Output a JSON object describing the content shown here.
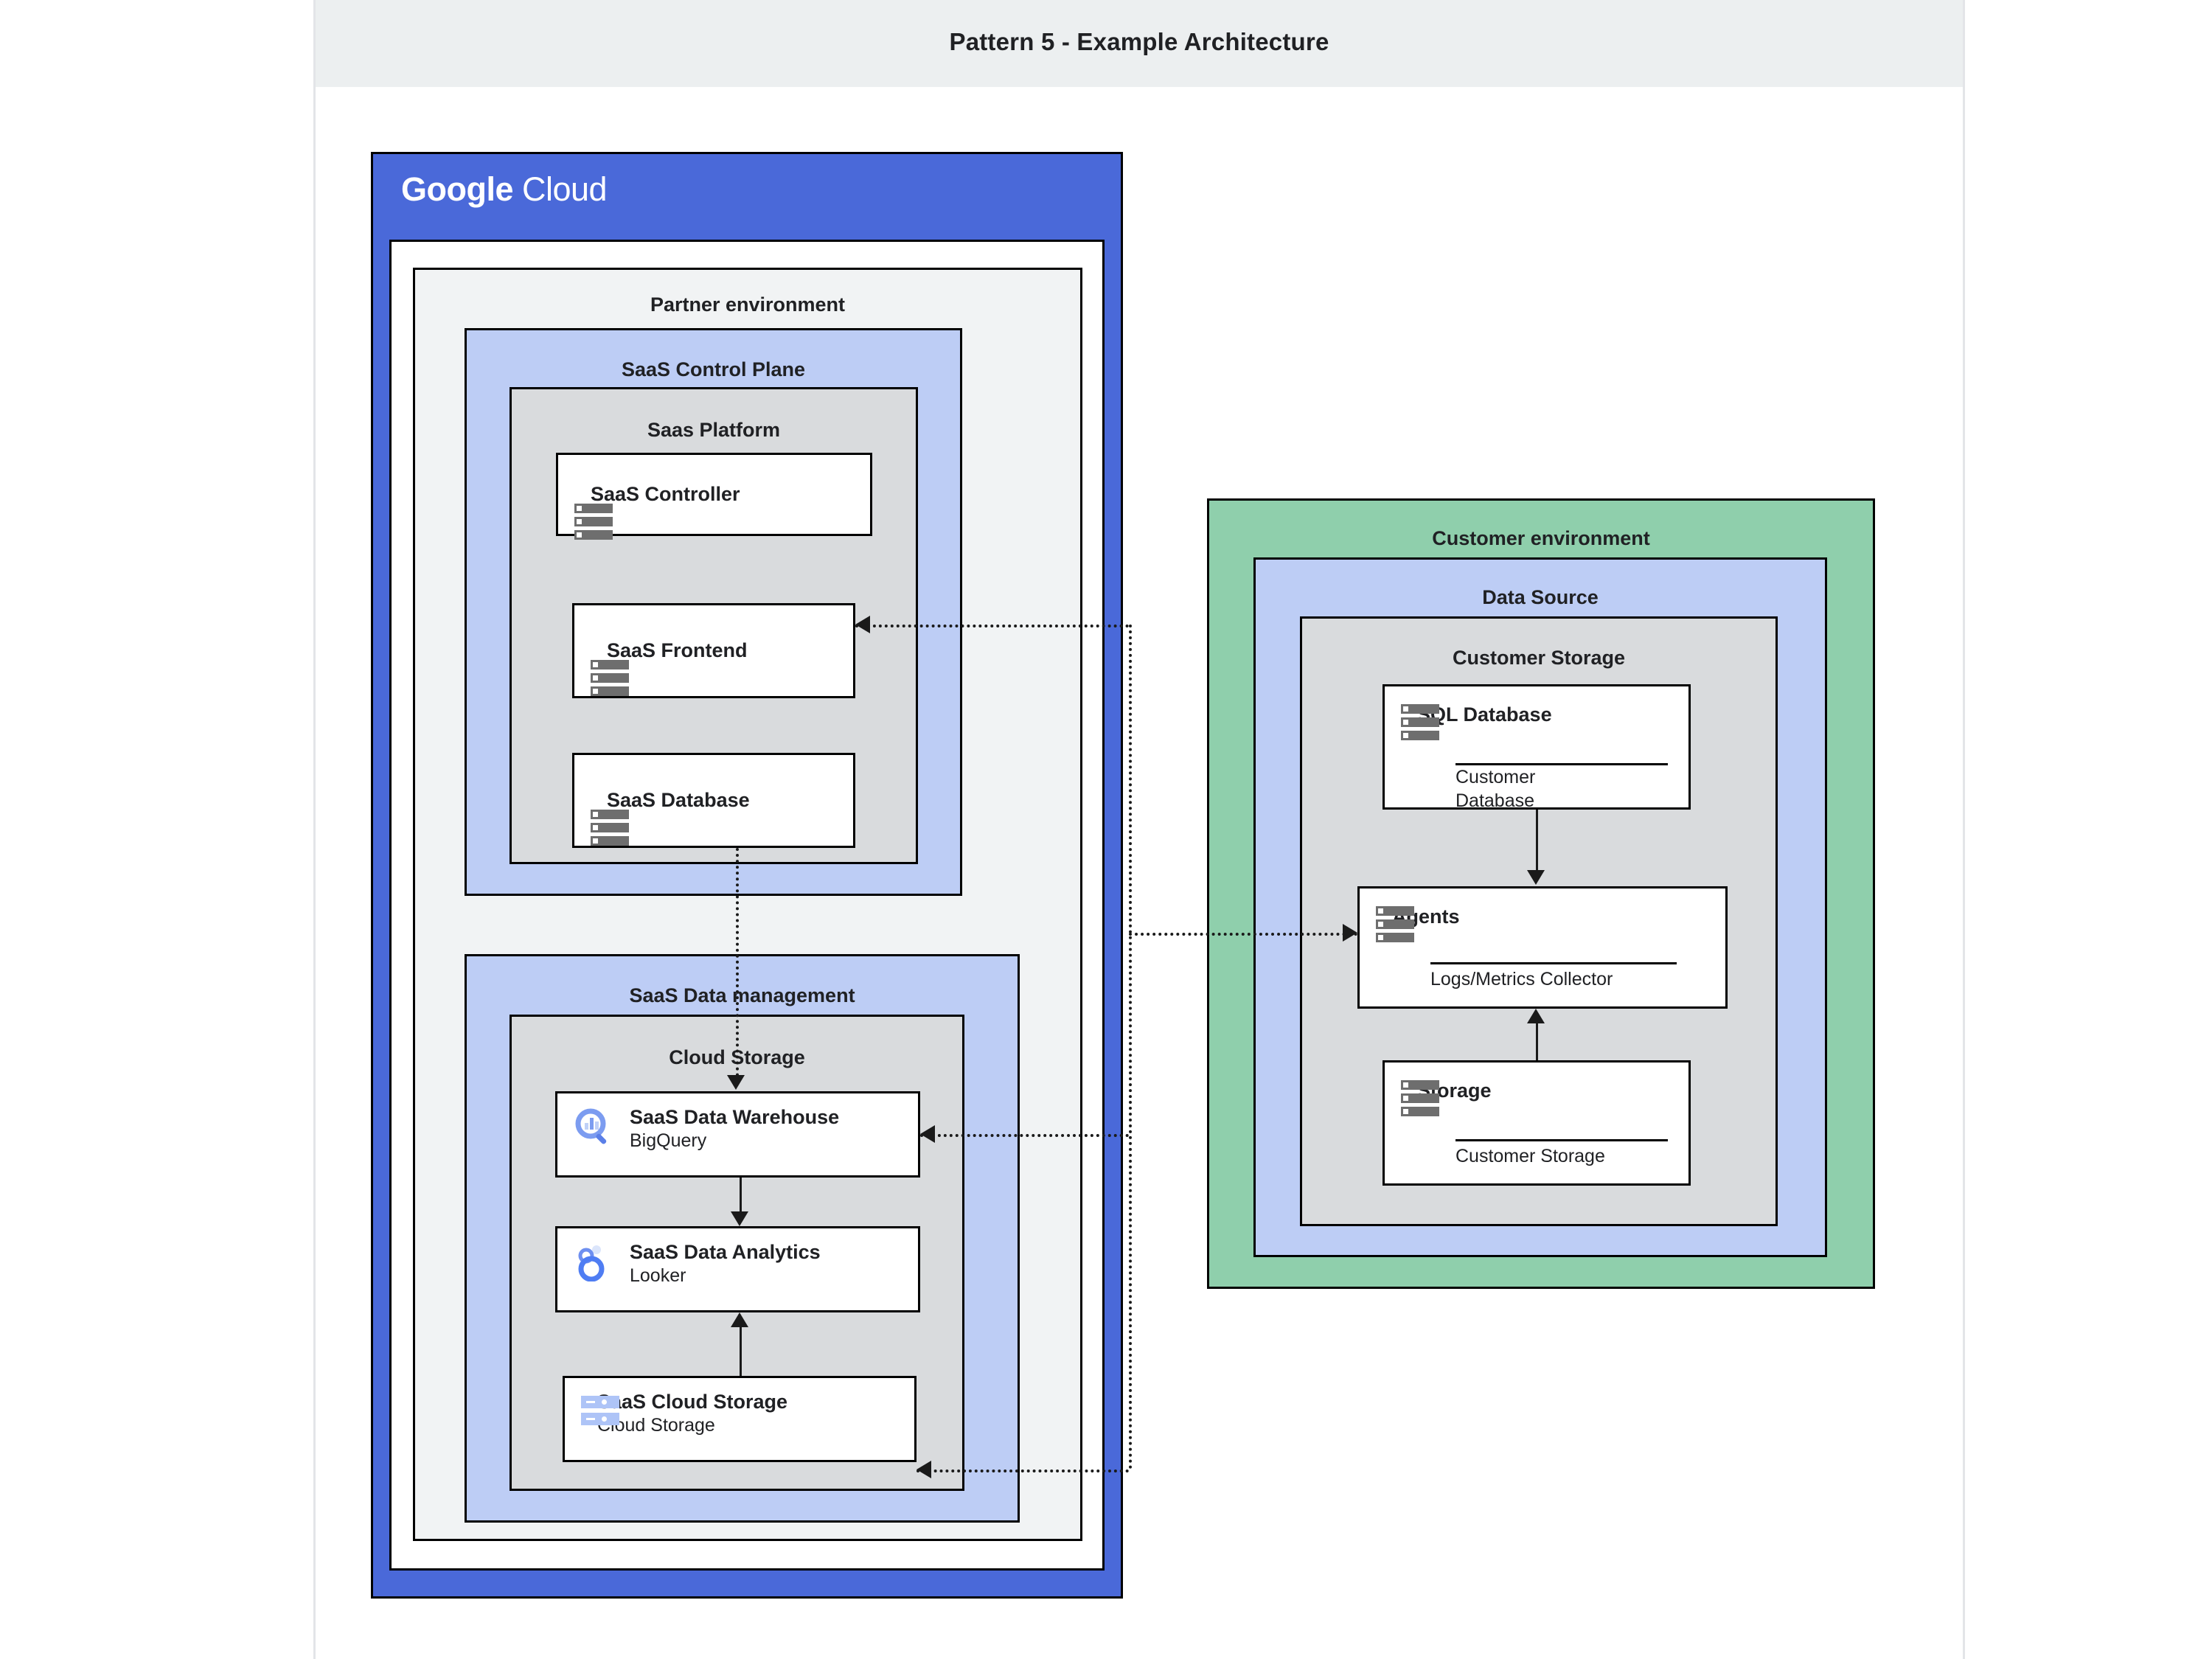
{
  "page": {
    "title": "Pattern 5 - Example Architecture"
  },
  "cloud": {
    "logo_bold": "Google",
    "logo_light": "Cloud"
  },
  "partner": {
    "label": "Partner environment",
    "control_plane": {
      "label": "SaaS Control Plane",
      "platform": {
        "label": "Saas Platform",
        "nodes": [
          {
            "title": "SaaS Controller",
            "icon": "server-rack-icon"
          },
          {
            "title": "SaaS Frontend",
            "icon": "server-rack-icon"
          },
          {
            "title": "SaaS Database",
            "icon": "server-rack-icon"
          }
        ]
      }
    },
    "data_management": {
      "label": "SaaS Data management",
      "cloud_storage": {
        "label": "Cloud Storage",
        "nodes": [
          {
            "title": "SaaS Data Warehouse",
            "sub": "BigQuery",
            "icon": "bigquery-icon"
          },
          {
            "title": "SaaS Data Analytics",
            "sub": "Looker",
            "icon": "looker-icon"
          },
          {
            "title": "SaaS Cloud Storage",
            "sub": "Cloud Storage",
            "icon": "cloud-storage-icon"
          }
        ]
      }
    }
  },
  "customer": {
    "label": "Customer environment",
    "data_source": {
      "label": "Data Source",
      "storage": {
        "label": "Customer Storage",
        "nodes": [
          {
            "title": "SQL Database",
            "foot": "Customer\nDatabase",
            "icon": "server-rack-icon"
          },
          {
            "title": "Storage",
            "foot": "Customer Storage",
            "icon": "server-rack-icon"
          }
        ]
      },
      "agents": {
        "title": "Agents",
        "foot": "Logs/Metrics Collector",
        "icon": "server-rack-icon"
      }
    }
  },
  "colors": {
    "gcp_blue": "#4a69d9",
    "partner_gray": "#f1f3f4",
    "plane_blue": "#bdcdf5",
    "inner_gray": "#d9dbdd",
    "customer_green": "#8fcfac",
    "header_band": "#eceff0",
    "icon_gray": "#6e6e6e",
    "gcs_icon_blue": "#aec4f7"
  }
}
